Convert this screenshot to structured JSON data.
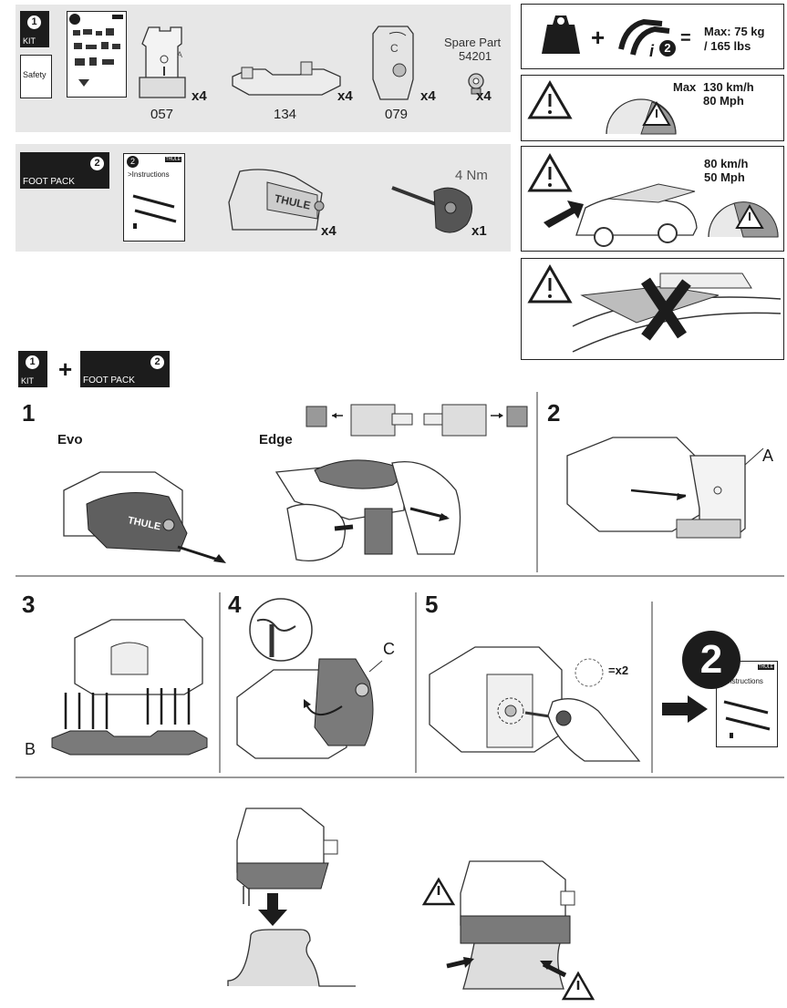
{
  "header": {
    "kit_label": "KIT",
    "kit_num": "1",
    "safety_label": "Safety",
    "parts": [
      {
        "code": "057",
        "qty": "x4"
      },
      {
        "code": "134",
        "qty": "x4"
      },
      {
        "code": "079",
        "qty": "x4"
      },
      {
        "code": "",
        "qty": "x4"
      }
    ],
    "spare_part_label": "Spare Part",
    "spare_part_code": "54201"
  },
  "footpack": {
    "label": "FOOT PACK",
    "num": "2",
    "instructions_num": "2",
    "instructions_label": ">Instructions",
    "thule_small": "THULE",
    "foot_qty": "x4",
    "tool_torque": "4 Nm",
    "tool_qty": "x1"
  },
  "warnings": {
    "load_plus": "+",
    "load_eq": "=",
    "load_i": "i",
    "load_i_num": "2",
    "max_load_line1": "Max: 75 kg",
    "max_load_line2": "/ 165 lbs",
    "max_speed_prefix": "Max",
    "max_speed_kmh": "130 km/h",
    "max_speed_mph": "80 Mph",
    "speed_kmh": "80 km/h",
    "speed_mph": "50 Mph"
  },
  "combo": {
    "kit_label": "KIT",
    "kit_num": "1",
    "plus": "+",
    "foot_label": "FOOT PACK",
    "foot_num": "2"
  },
  "steps": {
    "s1": "1",
    "evo": "Evo",
    "edge": "Edge",
    "s2": "2",
    "label_a": "A",
    "s3": "3",
    "label_b": "B",
    "s4": "4",
    "label_c": "C",
    "s5": "5",
    "x2": "=x2",
    "next_num": "2",
    "next_instructions": "Instructions",
    "thule_logo": "THULE"
  }
}
